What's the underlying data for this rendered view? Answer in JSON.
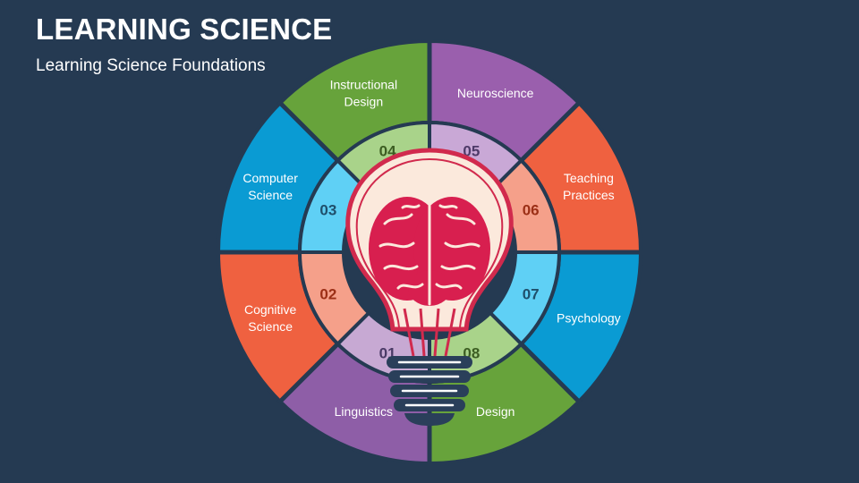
{
  "header": {
    "title": "LEARNING SCIENCE",
    "subtitle": "Learning Science Foundations"
  },
  "segments": [
    {
      "number": "01",
      "label": [
        "Linguistics"
      ],
      "outer_color": "#8e5ea7",
      "inner_color": "#c7a9d3",
      "number_color": "#4a3a66"
    },
    {
      "number": "02",
      "label": [
        "Cognitive",
        "Science"
      ],
      "outer_color": "#ef6140",
      "inner_color": "#f5a08a",
      "number_color": "#9b2f16"
    },
    {
      "number": "03",
      "label": [
        "Computer",
        "Science"
      ],
      "outer_color": "#0a9bd3",
      "inner_color": "#5fd0f5",
      "number_color": "#1f4f6b"
    },
    {
      "number": "04",
      "label": [
        "Instructional",
        "Design"
      ],
      "outer_color": "#67a33b",
      "inner_color": "#a9d38a",
      "number_color": "#3c5d22"
    },
    {
      "number": "05",
      "label": [
        "Neuroscience"
      ],
      "outer_color": "#9a5fad",
      "inner_color": "#c9a8d6",
      "number_color": "#4e3a68"
    },
    {
      "number": "06",
      "label": [
        "Teaching",
        "Practices"
      ],
      "outer_color": "#ef6140",
      "inner_color": "#f5a08a",
      "number_color": "#9b2f16"
    },
    {
      "number": "07",
      "label": [
        "Psychology"
      ],
      "outer_color": "#0a9bd3",
      "inner_color": "#5fd0f5",
      "number_color": "#1f4f6b"
    },
    {
      "number": "08",
      "label": [
        "Design"
      ],
      "outer_color": "#67a33b",
      "inner_color": "#a9d38a",
      "number_color": "#3c5d22"
    }
  ],
  "bulb": {
    "icon": "lightbulb-brain-icon",
    "fill_color": "#fbe9dc",
    "outline_color": "#d12a4d",
    "brain_color": "#d81f4f",
    "base_color": "#2a3f5a"
  }
}
